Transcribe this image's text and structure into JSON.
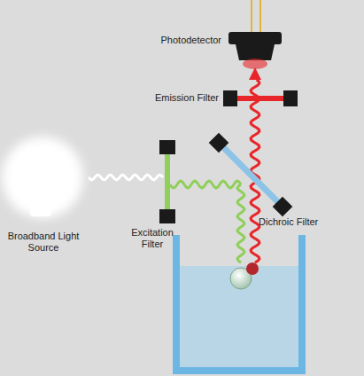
{
  "diagram": {
    "labels": [
      "Photodetector",
      "Emission Filter",
      "Excitation Filter",
      "Dichroic Filter",
      "Broadband Light Source"
    ]
  }
}
